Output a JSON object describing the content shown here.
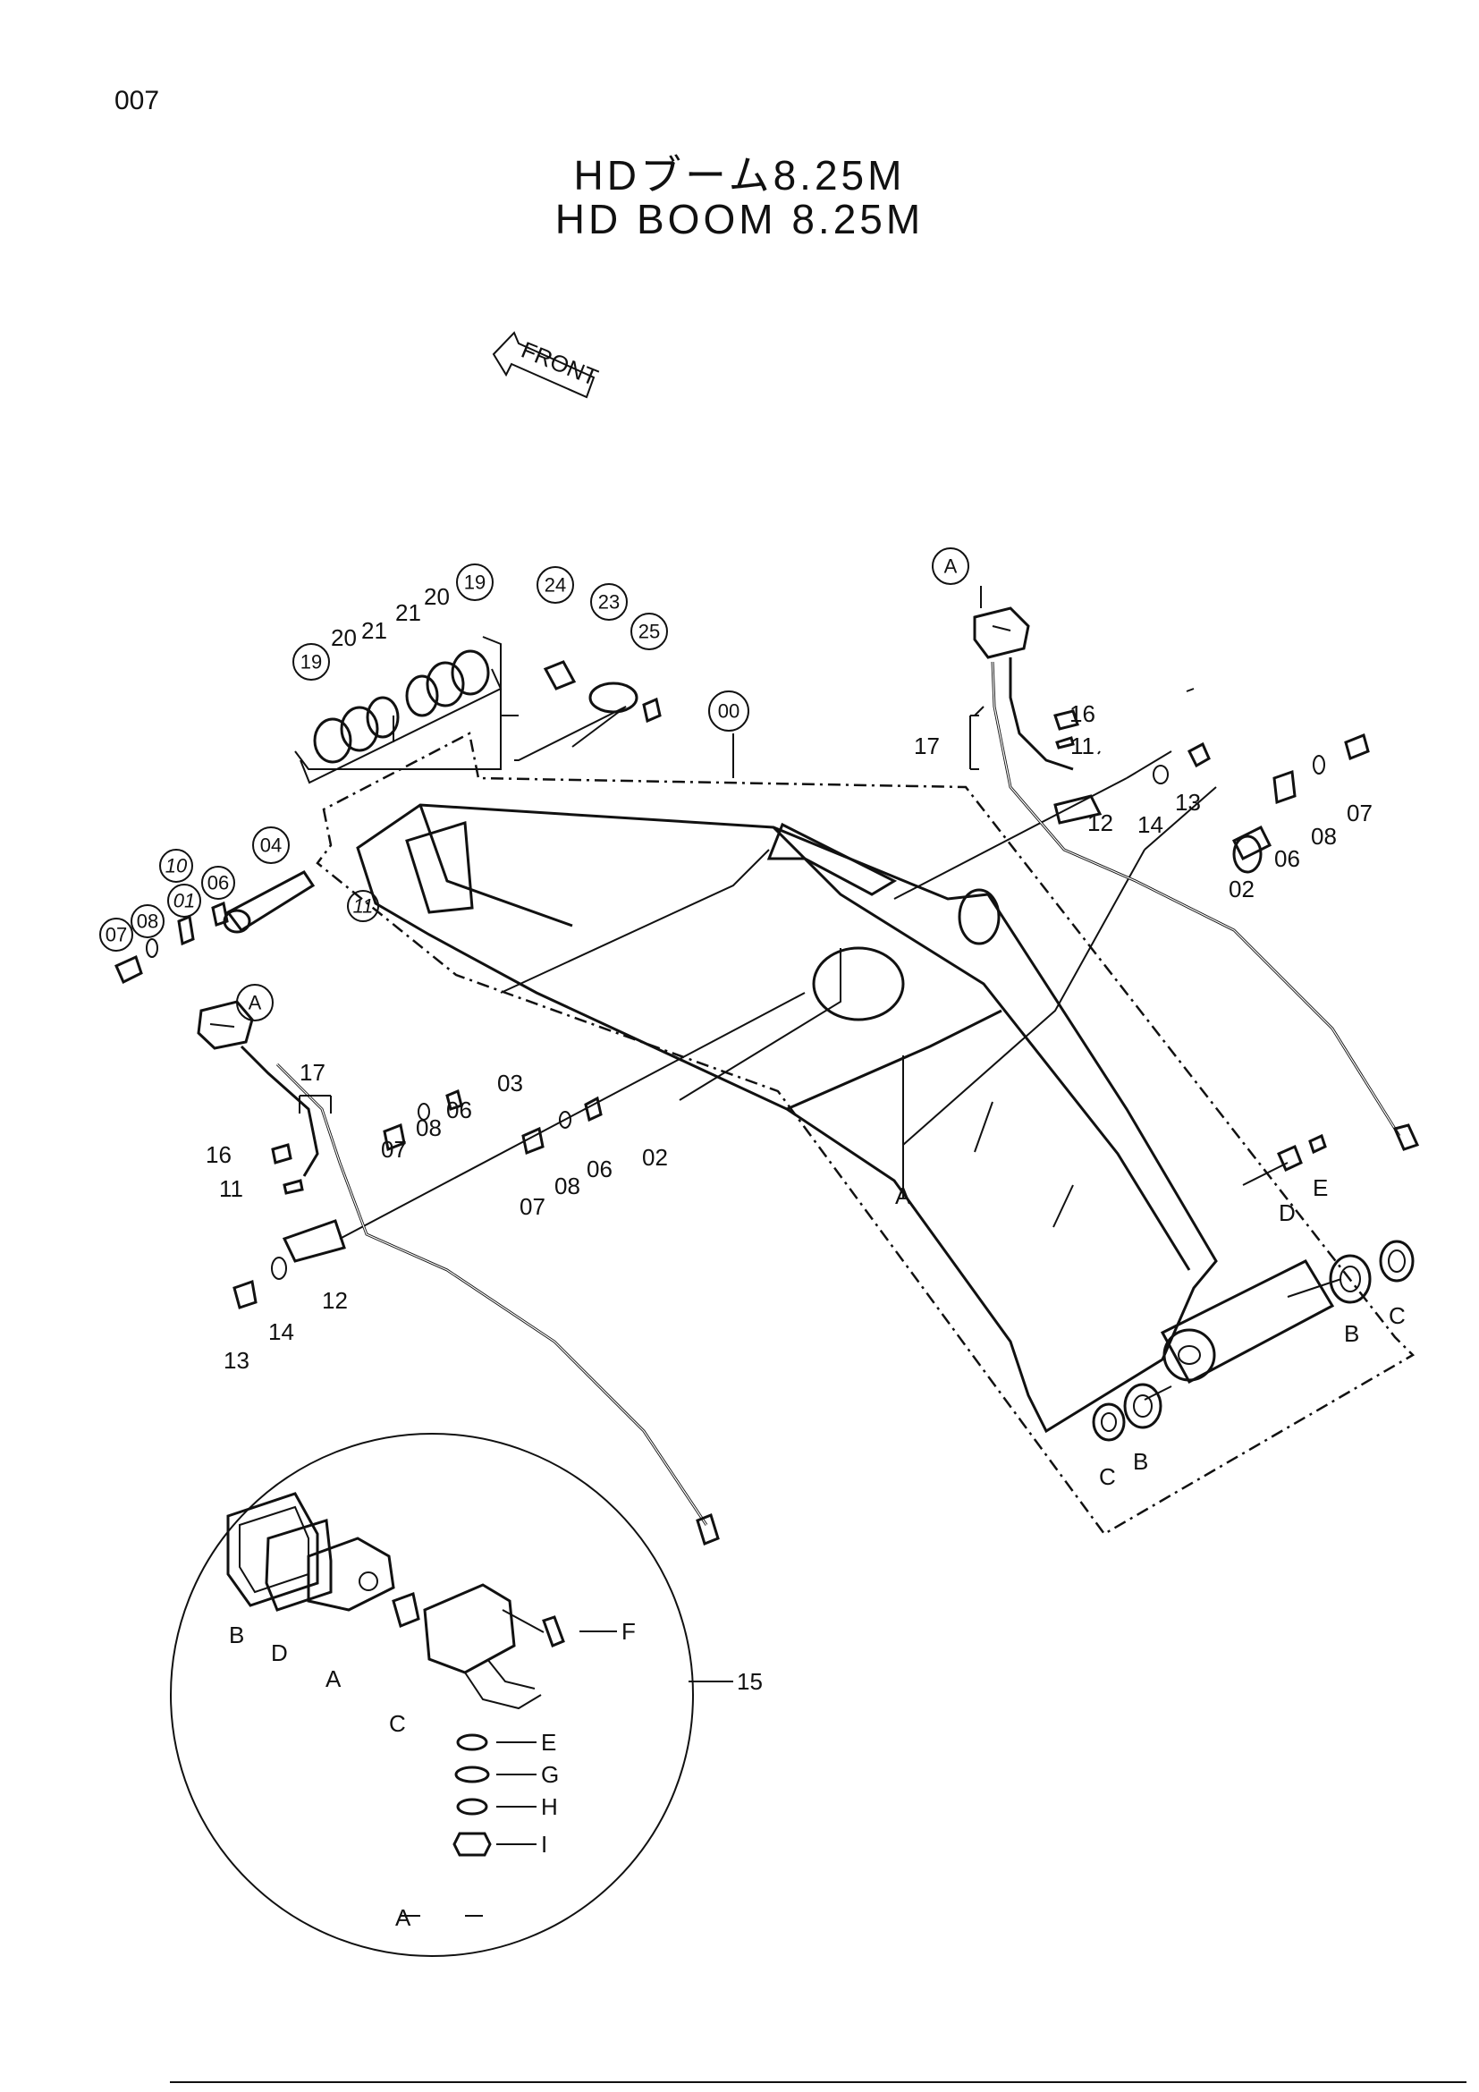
{
  "page_number": "007",
  "title": {
    "japanese": "HDブーム8.25M",
    "english": "HD BOOM 8.25M"
  },
  "front_arrow": "FRONT",
  "callouts": {
    "c19a": "19",
    "c19b": "19",
    "c20a": "20",
    "c20b": "20",
    "c21a": "21",
    "c21b": "21",
    "c24": "24",
    "c23": "23",
    "c25": "25",
    "c00": "00",
    "cA_top": "A",
    "c16_r": "16",
    "c11_r": "11",
    "c17_r": "17",
    "c12_r": "12",
    "c14_r": "14",
    "c13_r": "13",
    "c07_r": "07",
    "c08_r": "08",
    "c06_r": "06",
    "c02_r": "02",
    "c04": "04",
    "c10": "10",
    "c01": "01",
    "c06_l": "06",
    "c08_l": "08",
    "c07_l": "07",
    "c11_hand": "11",
    "cA_left": "A",
    "c17_l": "17",
    "c16_l": "16",
    "c11_l": "11",
    "c12_l": "12",
    "c14_l": "14",
    "c13_l": "13",
    "c07_m": "07",
    "c08_m": "08",
    "c06_m": "06",
    "c03": "03",
    "c07_m2": "07",
    "c08_m2": "08",
    "c06_m2": "06",
    "c02_m": "02",
    "cA_boom": "A",
    "cD_boom": "D",
    "cE_boom": "E",
    "cB_r": "B",
    "cC_r": "C",
    "cC_bot": "C",
    "cB_bot": "B",
    "dB": "B",
    "dD": "D",
    "dA": "A",
    "dC": "C",
    "dF": "F",
    "d15": "15",
    "dE": "E",
    "dG": "G",
    "dH": "H",
    "dI": "I",
    "dA_bottom": "A"
  }
}
